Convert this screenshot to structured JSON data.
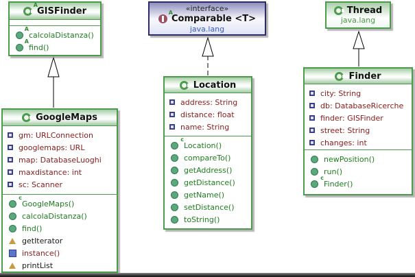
{
  "diagram": {
    "colors": {
      "class_border_green": "#4c9b4c",
      "interface_border_blue": "#2b2b66",
      "field_text": "#8b1a1a",
      "method_text": "#1e7d1e",
      "plain_method_text": "#1a1a1a",
      "package_text_green": "#3f9b3f",
      "package_text_blue": "#3b5bbf"
    },
    "icons": {
      "constructor_sup": "c",
      "abstract_sup": "A"
    },
    "classes": {
      "gisfinder": {
        "name": "GISFinder",
        "kind": "abstract class",
        "methods": [
          {
            "label": "calcolaDistanza()",
            "icon": "abstract-method-icon"
          },
          {
            "label": "find()",
            "icon": "abstract-method-icon"
          }
        ]
      },
      "comparable": {
        "stereotype": "«interface»",
        "name": "Comparable <T>",
        "package": "java.lang",
        "kind": "interface"
      },
      "thread": {
        "name": "Thread",
        "package": "java.lang",
        "kind": "class"
      },
      "googlemaps": {
        "name": "GoogleMaps",
        "kind": "class",
        "fields": [
          "gm: URLConnection",
          "googlemaps: URL",
          "map: DatabaseLuoghi",
          "maxdistance: int",
          "sc: Scanner"
        ],
        "methods": [
          {
            "label": "GoogleMaps()",
            "icon": "constructor-method-icon"
          },
          {
            "label": "calcolaDistanza()",
            "icon": "public-method-icon"
          },
          {
            "label": "find()",
            "icon": "public-method-icon"
          },
          {
            "label": "getIterator",
            "icon": "protected-member-icon"
          },
          {
            "label": "instance()",
            "icon": "static-private-method-icon"
          },
          {
            "label": "printList",
            "icon": "protected-member-icon"
          }
        ]
      },
      "location": {
        "name": "Location",
        "kind": "class",
        "fields": [
          "address: String",
          "distance: float",
          "name: String"
        ],
        "methods": [
          {
            "label": "Location()",
            "icon": "constructor-method-icon"
          },
          {
            "label": "compareTo()",
            "icon": "public-method-icon"
          },
          {
            "label": "getAddress()",
            "icon": "public-method-icon"
          },
          {
            "label": "getDistance()",
            "icon": "public-method-icon"
          },
          {
            "label": "getName()",
            "icon": "public-method-icon"
          },
          {
            "label": "setDistance()",
            "icon": "public-method-icon"
          },
          {
            "label": "toString()",
            "icon": "public-method-icon"
          }
        ]
      },
      "finder": {
        "name": "Finder",
        "kind": "class",
        "fields": [
          "city: String",
          "db: DatabaseRicerche",
          "finder: GISFinder",
          "street: String",
          "changes: int"
        ],
        "methods": [
          {
            "label": "newPosition()",
            "icon": "public-method-icon"
          },
          {
            "label": "run()",
            "icon": "public-method-icon"
          },
          {
            "label": "Finder()",
            "icon": "constructor-method-icon"
          }
        ]
      }
    },
    "relations": [
      {
        "from": "GoogleMaps",
        "to": "GISFinder",
        "type": "generalization"
      },
      {
        "from": "Location",
        "to": "Comparable <T>",
        "type": "realization"
      },
      {
        "from": "Finder",
        "to": "Thread",
        "type": "generalization"
      }
    ]
  }
}
